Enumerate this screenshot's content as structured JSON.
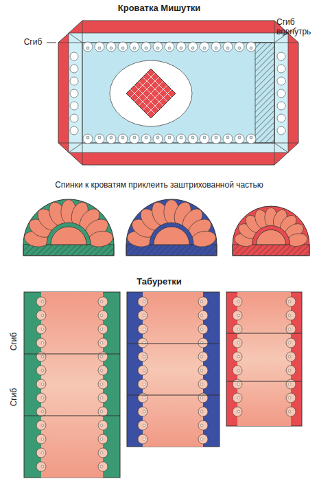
{
  "diagram": {
    "labels": [
      "Кроватка Мишутки",
      "Сгиб",
      "Сгиб вовнутрь",
      "Спинки к кроватям приклеить заштрихованной частью",
      "Табуретки",
      "Сгиб",
      "Сгиб"
    ]
  }
}
